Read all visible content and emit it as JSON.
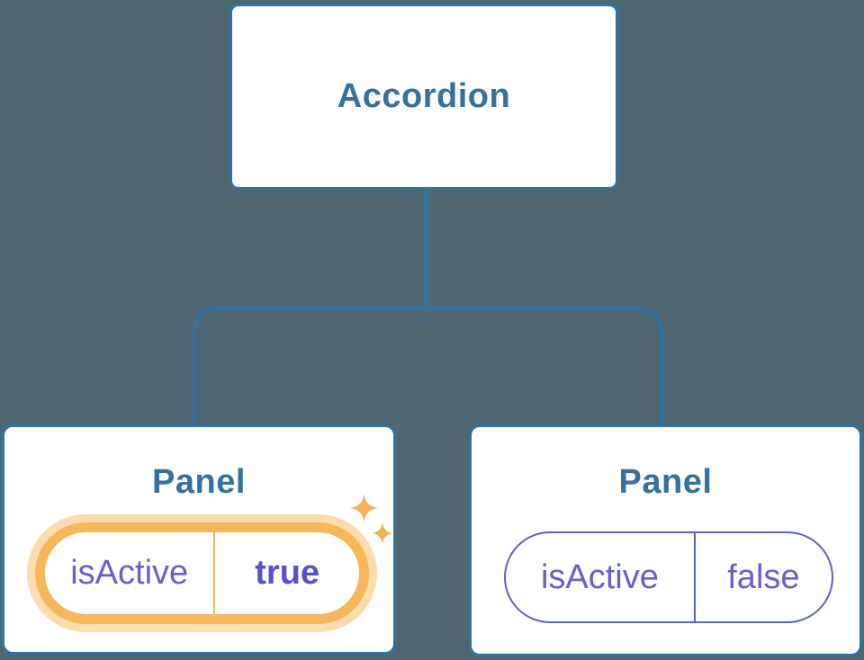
{
  "diagram": {
    "type": "component-tree",
    "background_color": "#4E6771",
    "node_border_color": "#2F73A5",
    "connector_color": "#2F73A5",
    "title_color": "#35719F",
    "root": {
      "label": "Accordion"
    },
    "children": [
      {
        "title": "Panel",
        "state": {
          "key": "isActive",
          "value": "true"
        },
        "active": true,
        "highlight_color": "#F7B85C",
        "highlight_halo_color": "#FBDCAC",
        "text_color": "#5750C9",
        "sparkle_icon_color": "#F5B158"
      },
      {
        "title": "Panel",
        "state": {
          "key": "isActive",
          "value": "false"
        },
        "active": false,
        "outline_color": "#5C62C9",
        "text_color": "#665FD0"
      }
    ]
  }
}
